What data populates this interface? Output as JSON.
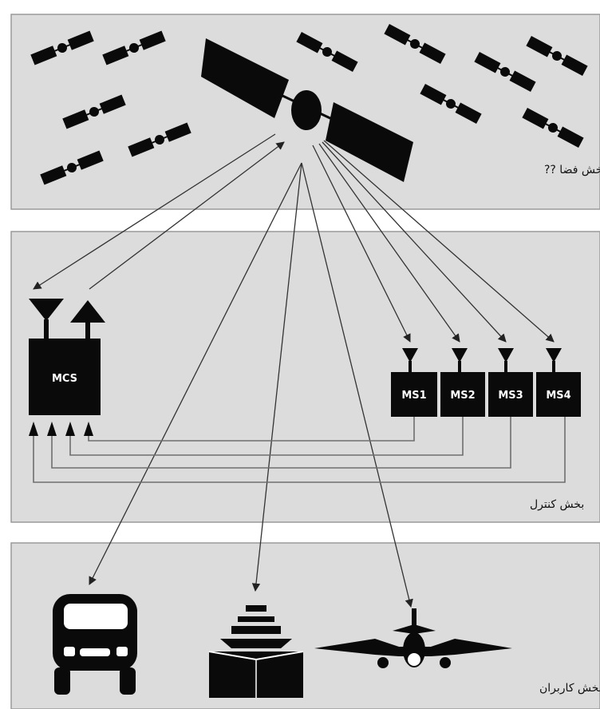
{
  "segments": {
    "space_label": "بخش فضا ??",
    "control_label": "بخش کنترل",
    "user_label": "بخش کاربران"
  },
  "control": {
    "master_station": "MCS",
    "monitor_stations": [
      "MS1",
      "MS2",
      "MS3",
      "MS4"
    ]
  },
  "icons": {
    "space": [
      "satellite-icon"
    ],
    "control": [
      "antenna-icon",
      "control-station-box"
    ],
    "users": [
      "truck-icon",
      "ship-icon",
      "airplane-icon"
    ]
  },
  "colors": {
    "panel_fill": "#dcdcdc",
    "ink": "#0a0a0a"
  }
}
